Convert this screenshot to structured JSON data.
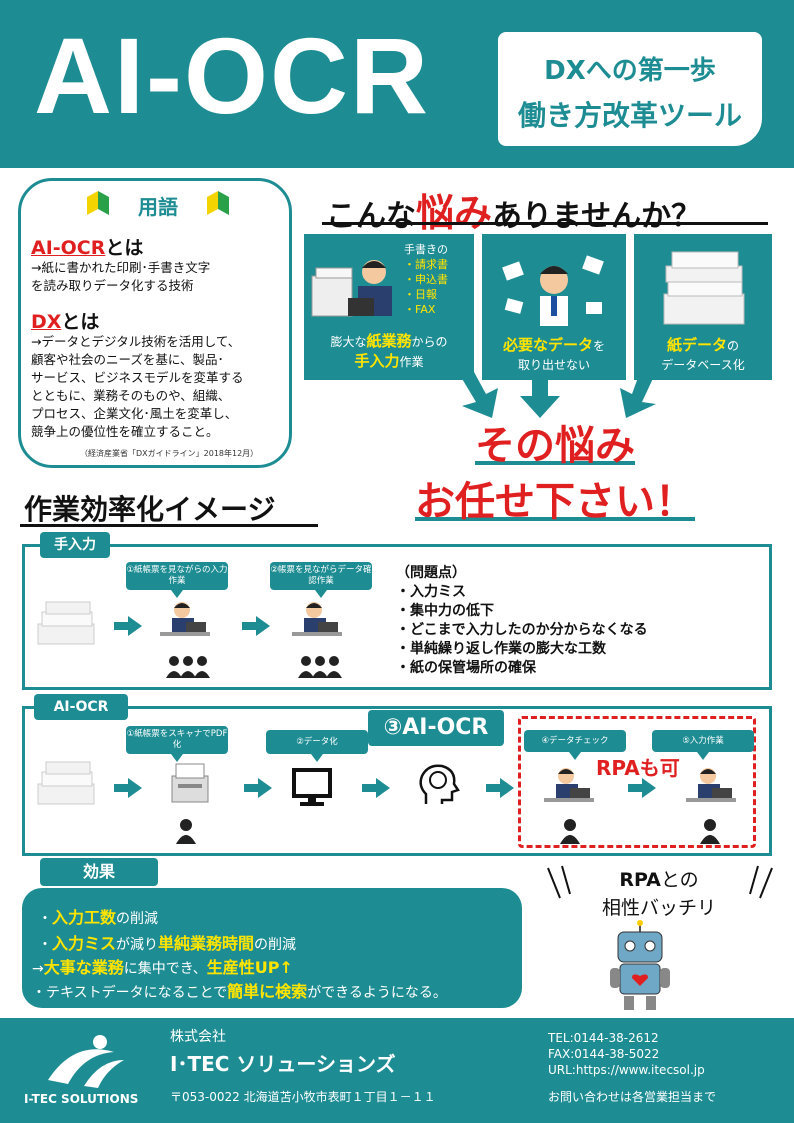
{
  "header": {
    "title": "AI-OCR",
    "banner_line1": "DXへの第一歩",
    "banner_line2": "働き方改革ツール"
  },
  "glossary": {
    "heading": "用語",
    "ai_ocr_term": "AI-OCR",
    "ai_ocr_suffix": "とは",
    "ai_ocr_line1": "→紙に書かれた印刷･手書き文字",
    "ai_ocr_line2": "を読み取りデータ化する技術",
    "dx_term": "DX",
    "dx_suffix": "とは",
    "dx_line1": "→データとデジタル技術を活用して、",
    "dx_line2": "顧客や社会のニーズを基に、製品･",
    "dx_line3": "サービス、ビジネスモデルを変革する",
    "dx_line4": "とともに、業務そのものや、組織、",
    "dx_line5": "プロセス、企業文化･風土を変革し、",
    "dx_line6": "競争上の優位性を確立すること。",
    "note": "（経済産業省「DXガイドライン」2018年12月）"
  },
  "worries": {
    "title_pre": "こんな",
    "title_red": "悩み",
    "title_post": "ありませんか？",
    "box1_handwrite": "手書きの",
    "box1_items": [
      "・請求書",
      "・申込書",
      "・日報",
      "・FAX"
    ],
    "box1_line1_pre": "膨大な",
    "box1_line1_y": "紙業務",
    "box1_line1_post": "からの",
    "box1_line2_y": "手入力",
    "box1_line2_post": "作業",
    "box2_line1_y": "必要なデータ",
    "box2_line1_post": "を",
    "box2_line2": "取り出せない",
    "box3_line1_y": "紙データ",
    "box3_line1_post": "の",
    "box3_line2": "データベース化",
    "solve_line1": "その悩み",
    "solve_line2": "お任せ下さい！"
  },
  "efficiency": {
    "title": "作業効率化イメージ",
    "manual_tab": "手入力",
    "manual_step1": "①紙帳票を見ながらの入力作業",
    "manual_step2": "②帳票を見ながらデータ確認作業",
    "problems_head": "（問題点）",
    "problems": [
      "・入力ミス",
      "・集中力の低下",
      "・どこまで入力したのか分からなくなる",
      "・単純繰り返し作業の膨大な工数",
      "・紙の保管場所の確保"
    ],
    "aiocr_tab": "AI-OCR",
    "ai_step1": "①紙帳票をスキャナでPDF化",
    "ai_step2": "②データ化",
    "ai_step3": "③AI-OCR",
    "ai_step4": "④データチェック",
    "ai_step5": "⑤入力作業",
    "rpa_ok": "RPAも可"
  },
  "effects": {
    "tab": "効果",
    "l1_y": "入力工数",
    "l1_post": "の削減",
    "l2_y1": "入力ミス",
    "l2_mid": "が減り",
    "l2_y2": "単純業務時間",
    "l2_post": "の削減",
    "l3_pre": "→",
    "l3_y1": "大事な業務",
    "l3_mid": "に集中でき、",
    "l3_y2": "生産性UP↑",
    "l4_pre": "・テキストデータになることで",
    "l4_y": "簡単に検索",
    "l4_post": "ができるようになる。",
    "rpa_b": "RPA",
    "rpa_line1_post": "との",
    "rpa_line2": "相性バッチリ"
  },
  "footer": {
    "logo_text": "I-TEC SOLUTIONS",
    "company_small": "株式会社",
    "company": "I･TEC ソリューションズ",
    "address": "〒053-0022 北海道苫小牧市表町１丁目１－１１",
    "tel": "TEL:0144-38-2612",
    "fax": "FAX:0144-38-5022",
    "url": "URL:https://www.itecsol.jp",
    "contact": "お問い合わせは各営業担当まで"
  }
}
